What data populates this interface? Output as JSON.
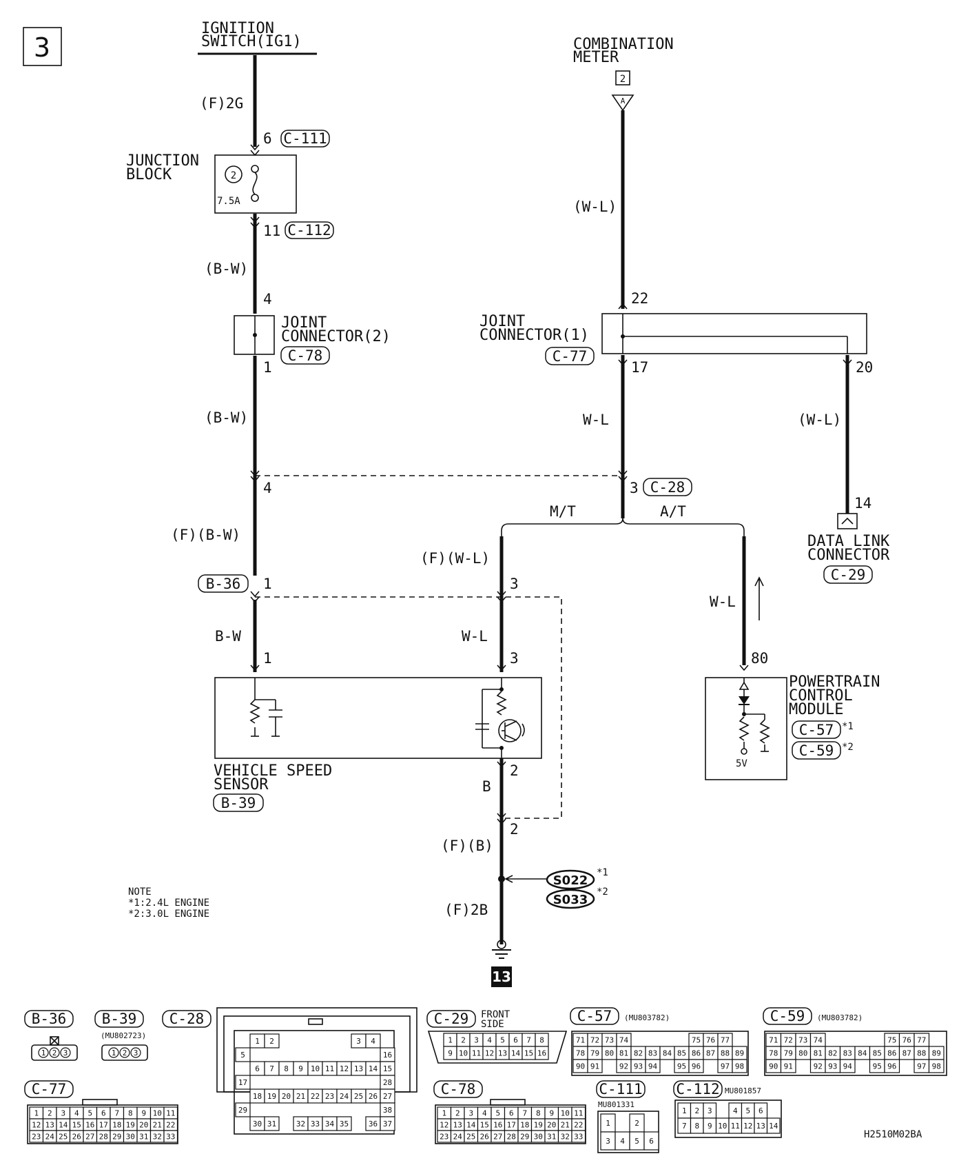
{
  "page_number": "3",
  "ignition_switch": {
    "line1": "IGNITION",
    "line2": "SWITCH(IG1)",
    "wire": "(F)2G",
    "pin_in": "6",
    "conn_in": "C-111"
  },
  "junction_block": {
    "line1": "JUNCTION",
    "line2": "BLOCK",
    "fuse_no": "2",
    "fuse_rating": "7.5A",
    "pin_out": "11",
    "conn_out": "C-112"
  },
  "joint_connector_2": {
    "line1": "JOINT",
    "line2": "CONNECTOR(2)",
    "conn": "C-78",
    "wire_in": "(B-W)",
    "pin_in": "4",
    "pin_out": "1",
    "wire_out": "(B-W)"
  },
  "combination_meter": {
    "line1": "COMBINATION",
    "line2": "METER",
    "ref": "2",
    "tag": "A",
    "wire": "(W-L)"
  },
  "joint_connector_1": {
    "line1": "JOINT",
    "line2": "CONNECTOR(1)",
    "conn": "C-77",
    "pin_in": "22",
    "pin_out": "17",
    "pin_branch": "20",
    "wire_out": "W-L",
    "wire_branch": "(W-L)"
  },
  "c28": {
    "pin_left": "4",
    "pin_right": "3",
    "conn": "C-28"
  },
  "transmission": {
    "mt": "M/T",
    "at": "A/T"
  },
  "data_link_connector": {
    "pin": "14",
    "line1": "DATA LINK",
    "line2": "CONNECTOR",
    "conn": "C-29"
  },
  "b36": {
    "conn": "B-36",
    "pin_left": "1",
    "pin_right": "3",
    "wire_left_above": "(F)(B-W)",
    "wire_right_above": "(F)(W-L)",
    "wire_left_below": "B-W",
    "wire_right_below": "W-L"
  },
  "vehicle_speed_sensor": {
    "line1": "VEHICLE SPEED",
    "line2": "SENSOR",
    "conn": "B-39",
    "pin_left": "1",
    "pin_right": "3",
    "pin_ground": "2",
    "wire_ground": "B"
  },
  "ground_path": {
    "pin": "2",
    "wire_above": "(F)(B)",
    "splice1": "S022",
    "splice1_note": "*1",
    "splice2": "S033",
    "splice2_note": "*2",
    "wire_below": "(F)2B",
    "ref": "13"
  },
  "pcm": {
    "wire": "W-L",
    "pin": "80",
    "line1": "POWERTRAIN",
    "line2": "CONTROL",
    "line3": "MODULE",
    "conn1": "C-57",
    "conn1_note": "*1",
    "conn2": "C-59",
    "conn2_note": "*2",
    "voltage": "5V"
  },
  "note": {
    "title": "NOTE",
    "line1": "*1:2.4L ENGINE",
    "line2": "*2:3.0L ENGINE"
  },
  "connector_views": {
    "b36": {
      "label": "B-36",
      "pins": [
        "1",
        "2",
        "3"
      ]
    },
    "b39": {
      "label": "B-39",
      "part": "(MU802723)",
      "pins": [
        "1",
        "2",
        "3"
      ]
    },
    "c28": {
      "label": "C-28",
      "rows": [
        [
          "",
          "1",
          "2",
          "",
          "",
          "",
          "",
          "",
          "3",
          "4",
          ""
        ],
        [
          "5",
          "",
          "",
          "",
          "",
          "",
          "",
          "",
          "",
          "",
          "16"
        ],
        [
          "",
          "6",
          "7",
          "8",
          "9",
          "10",
          "11",
          "12",
          "13",
          "14",
          "15"
        ],
        [
          "17",
          "",
          "",
          "",
          "",
          "",
          "",
          "",
          "",
          "",
          "28"
        ],
        [
          "",
          "18",
          "19",
          "20",
          "21",
          "22",
          "23",
          "24",
          "25",
          "26",
          "27"
        ],
        [
          "29",
          "",
          "",
          "",
          "",
          "",
          "",
          "",
          "",
          "",
          "38"
        ],
        [
          "",
          "30",
          "31",
          "",
          "32",
          "33",
          "34",
          "35",
          "",
          "36",
          "37"
        ]
      ]
    },
    "c29": {
      "label": "C-29",
      "note1": "FRONT",
      "note2": "SIDE",
      "rows": [
        [
          "1",
          "2",
          "3",
          "4",
          "5",
          "6",
          "7",
          "8"
        ],
        [
          "9",
          "10",
          "11",
          "12",
          "13",
          "14",
          "15",
          "16"
        ]
      ]
    },
    "c57": {
      "label": "C-57",
      "part": "(MU803782)",
      "rows": [
        [
          "71",
          "72",
          "73",
          "74",
          "",
          "",
          "",
          "",
          "75",
          "76",
          "77"
        ],
        [
          "78",
          "79",
          "80",
          "81",
          "82",
          "83",
          "84",
          "85",
          "86",
          "87",
          "88",
          "89"
        ],
        [
          "90",
          "91",
          "",
          "92",
          "93",
          "94",
          "",
          "95",
          "96",
          "",
          "97",
          "98"
        ]
      ]
    },
    "c59": {
      "label": "C-59",
      "part": "(MU803782)",
      "rows": [
        [
          "71",
          "72",
          "73",
          "74",
          "",
          "",
          "",
          "",
          "75",
          "76",
          "77"
        ],
        [
          "78",
          "79",
          "80",
          "81",
          "82",
          "83",
          "84",
          "85",
          "86",
          "87",
          "88",
          "89"
        ],
        [
          "90",
          "91",
          "",
          "92",
          "93",
          "94",
          "",
          "95",
          "96",
          "",
          "97",
          "98"
        ]
      ]
    },
    "c77": {
      "label": "C-77",
      "rows": [
        [
          "1",
          "2",
          "3",
          "4",
          "5",
          "6",
          "7",
          "8",
          "9",
          "10",
          "11"
        ],
        [
          "12",
          "13",
          "14",
          "15",
          "16",
          "17",
          "18",
          "19",
          "20",
          "21",
          "22"
        ],
        [
          "23",
          "24",
          "25",
          "26",
          "27",
          "28",
          "29",
          "30",
          "31",
          "32",
          "33"
        ]
      ]
    },
    "c78": {
      "label": "C-78",
      "rows": [
        [
          "1",
          "2",
          "3",
          "4",
          "5",
          "6",
          "7",
          "8",
          "9",
          "10",
          "11"
        ],
        [
          "12",
          "13",
          "14",
          "15",
          "16",
          "17",
          "18",
          "19",
          "20",
          "21",
          "22"
        ],
        [
          "23",
          "24",
          "25",
          "26",
          "27",
          "28",
          "29",
          "30",
          "31",
          "32",
          "33"
        ]
      ]
    },
    "c111": {
      "label": "C-111",
      "part": "MU801331",
      "rows": [
        [
          "1",
          "",
          "2"
        ],
        [
          "3",
          "4",
          "5",
          "6"
        ]
      ]
    },
    "c112": {
      "label": "C-112",
      "part": "MU801857",
      "rows": [
        [
          "1",
          "2",
          "3",
          "",
          "4",
          "5",
          "6"
        ],
        [
          "7",
          "8",
          "9",
          "10",
          "11",
          "12",
          "13",
          "14"
        ]
      ]
    }
  },
  "drawing_code": "H2510M02BA"
}
